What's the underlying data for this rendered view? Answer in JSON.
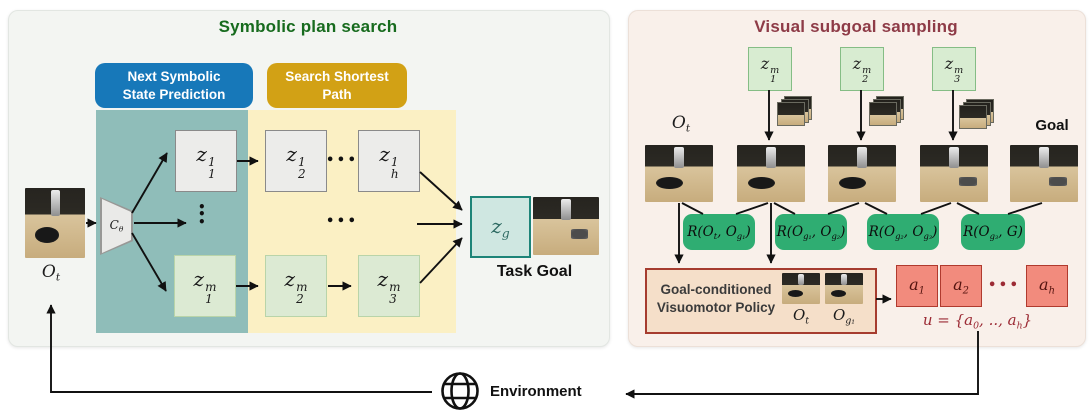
{
  "colors": {
    "left_title": "#176b1e",
    "right_title": "#8e3b47",
    "blue_tag_bg": "#1778b9",
    "gold_tag_bg": "#d2a115",
    "teal_region": "#8fbdb9",
    "yellow_region": "#fbf0c4",
    "gray_box_fill": "#ececea",
    "green_box_fill": "#dcead3",
    "goal_box_fill": "#cfe7e1",
    "goal_box_border": "#1d8478",
    "reachability_box": "#2fad72",
    "action_box_fill": "#f28b7d",
    "action_box_border": "#b03a2e",
    "policy_box_fill": "#f5dfc9",
    "policy_box_border": "#a63c2f"
  },
  "left_panel": {
    "title": "Symbolic plan search",
    "next_state_tag_line1": "Next Symbolic",
    "next_state_tag_line2": "State Prediction",
    "search_tag_line1": "Search Shortest",
    "search_tag_line2": "Path",
    "encoder": {
      "base": "C",
      "sub": "θ"
    },
    "observation": {
      "base": "O",
      "sub": "t"
    },
    "row1": [
      {
        "base": "z",
        "sup": "1",
        "sub": "1"
      },
      {
        "base": "z",
        "sup": "1",
        "sub": "2"
      },
      {
        "base": "z",
        "sup": "1",
        "sub": "h"
      }
    ],
    "row3": [
      {
        "base": "z",
        "sup": "m",
        "sub": "1"
      },
      {
        "base": "z",
        "sup": "m",
        "sub": "2"
      },
      {
        "base": "z",
        "sup": "m",
        "sub": "3"
      }
    ],
    "hdots": "•••",
    "vdots": "•\n•\n•",
    "goal_state": {
      "base": "z",
      "sub": "g"
    },
    "task_goal_label": "Task Goal"
  },
  "right_panel": {
    "title": "Visual subgoal sampling",
    "subgoal_codes": [
      {
        "base": "z",
        "sup": "m",
        "sub": "1"
      },
      {
        "base": "z",
        "sup": "m",
        "sub": "2"
      },
      {
        "base": "z",
        "sup": "m",
        "sub": "3"
      }
    ],
    "observation": {
      "base": "O",
      "sub": "t"
    },
    "goal_label": "Goal",
    "r_boxes": [
      {
        "a": "R(O",
        "asub": "t",
        "b": ", O",
        "bsub": "g₁",
        "c": ")"
      },
      {
        "a": "R(O",
        "asub": "g₁",
        "b": ", O",
        "bsub": "g₂",
        "c": ")"
      },
      {
        "a": "R(O",
        "asub": "g₂",
        "b": ", O",
        "bsub": "g₃",
        "c": ")"
      },
      {
        "a": "R(O",
        "asub": "g₃",
        "b": ", G",
        "bsub": "",
        "c": ")"
      }
    ],
    "policy_label_line1": "Goal-conditioned",
    "policy_label_line2": "Visuomotor Policy",
    "policy_inputs": [
      {
        "base": "O",
        "sub": "t"
      },
      {
        "base": "O",
        "sub": "g₁"
      }
    ],
    "actions": [
      {
        "base": "a",
        "sub": "1"
      },
      {
        "base": "a",
        "sub": "2"
      },
      {
        "base": "a",
        "sub": "h"
      }
    ],
    "actions_dots": "•••",
    "u_equation": {
      "a": "u = {a",
      "asub": "0",
      "b": ", .., a",
      "bsub": "h",
      "c": "}"
    }
  },
  "environment": {
    "label": "Environment",
    "icon": "globe-icon"
  }
}
